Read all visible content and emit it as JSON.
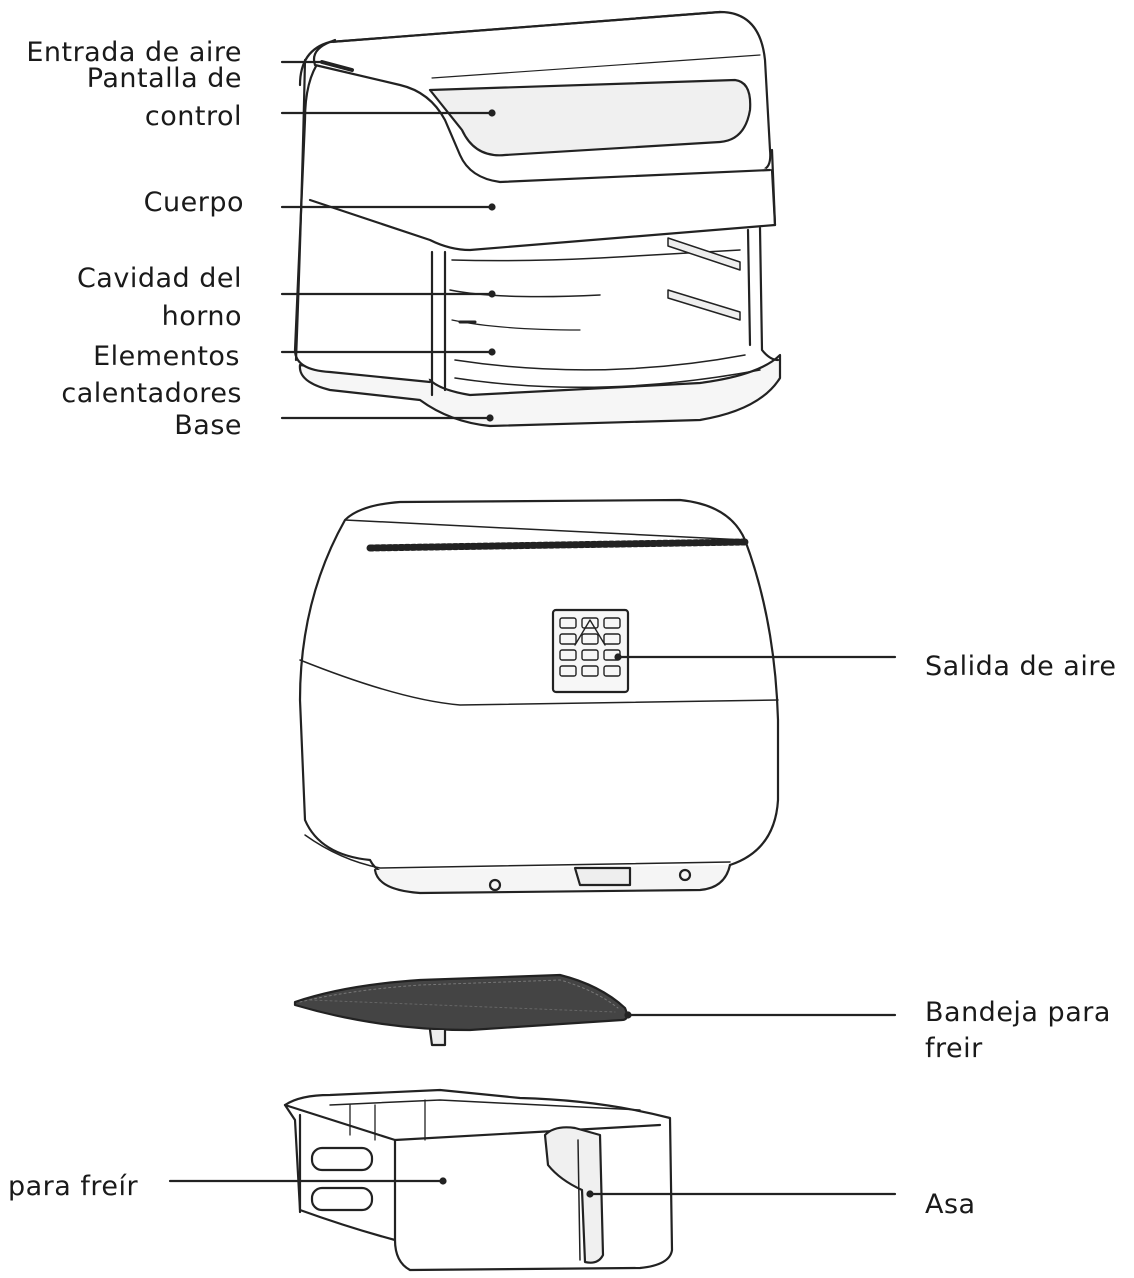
{
  "labels": {
    "air_inlet": "Entrada de aire",
    "control_panel_line1": "Pantalla de",
    "control_panel_line2": "control",
    "body": "Cuerpo",
    "oven_cavity_line1": "Cavidad del",
    "oven_cavity_line2": "horno",
    "heating_elements_line1": "Elementos",
    "heating_elements_line2": "calentadores",
    "base": "Base",
    "air_outlet": "Salida de aire",
    "frying_tray_line1": "Bandeja para",
    "frying_tray_line2": "freir",
    "frying_basket": "para freír",
    "handle": "Asa"
  },
  "colors": {
    "line": "#222222",
    "fill": "#ffffff",
    "shade": "#f1f1f1"
  }
}
